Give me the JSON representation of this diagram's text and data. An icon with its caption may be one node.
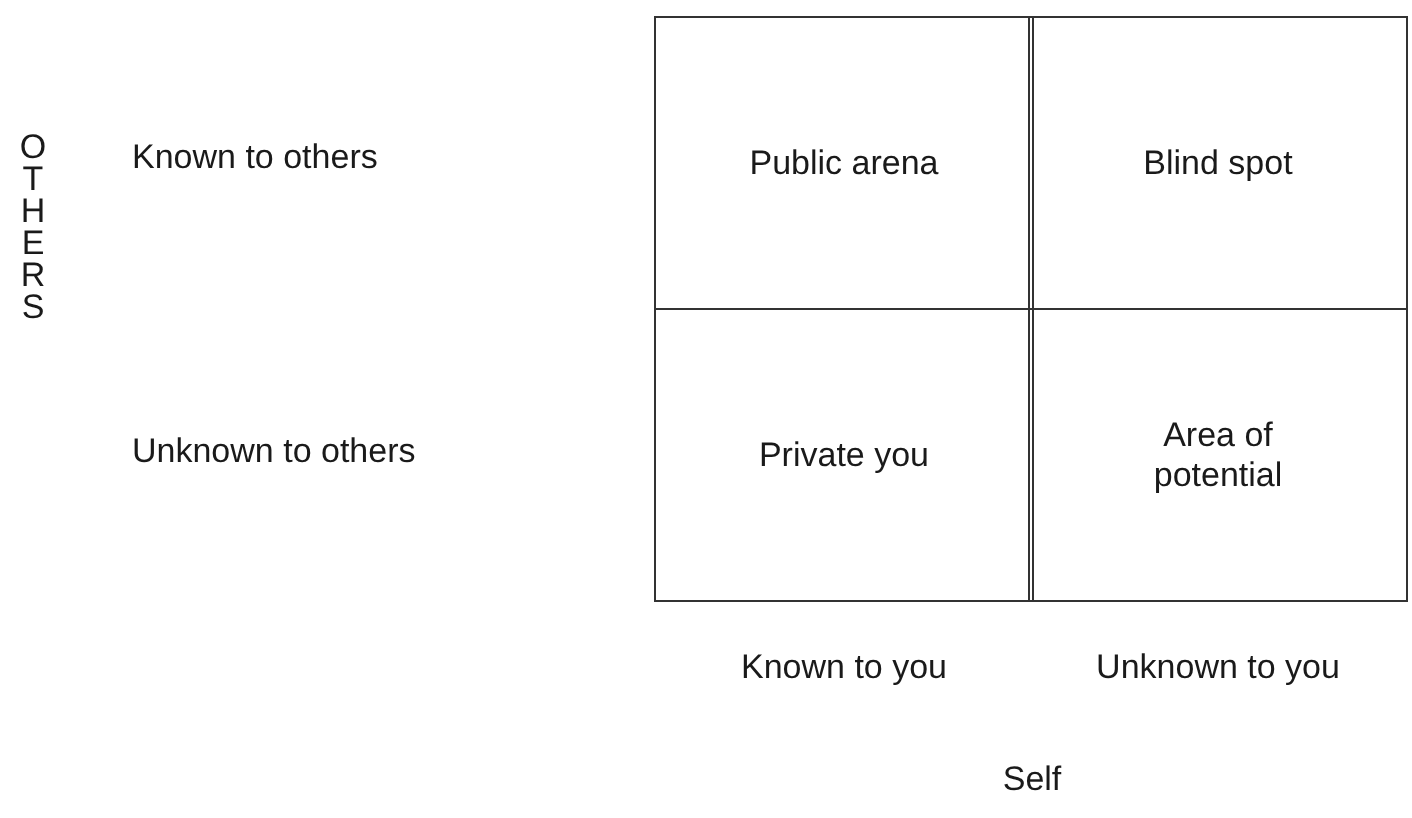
{
  "diagram": {
    "nodes": [
      {
        "text": [
          "Public arena"
        ]
      },
      {
        "text": [
          "Blind spot"
        ]
      },
      {
        "text": [
          "Private you"
        ]
      },
      {
        "text": [
          "Area of potential"
        ]
      }
    ],
    "labels": [
      "OTHERS",
      "Known to others",
      "Unknown to others",
      "Known to you",
      "Unknown to you",
      "Self"
    ]
  }
}
